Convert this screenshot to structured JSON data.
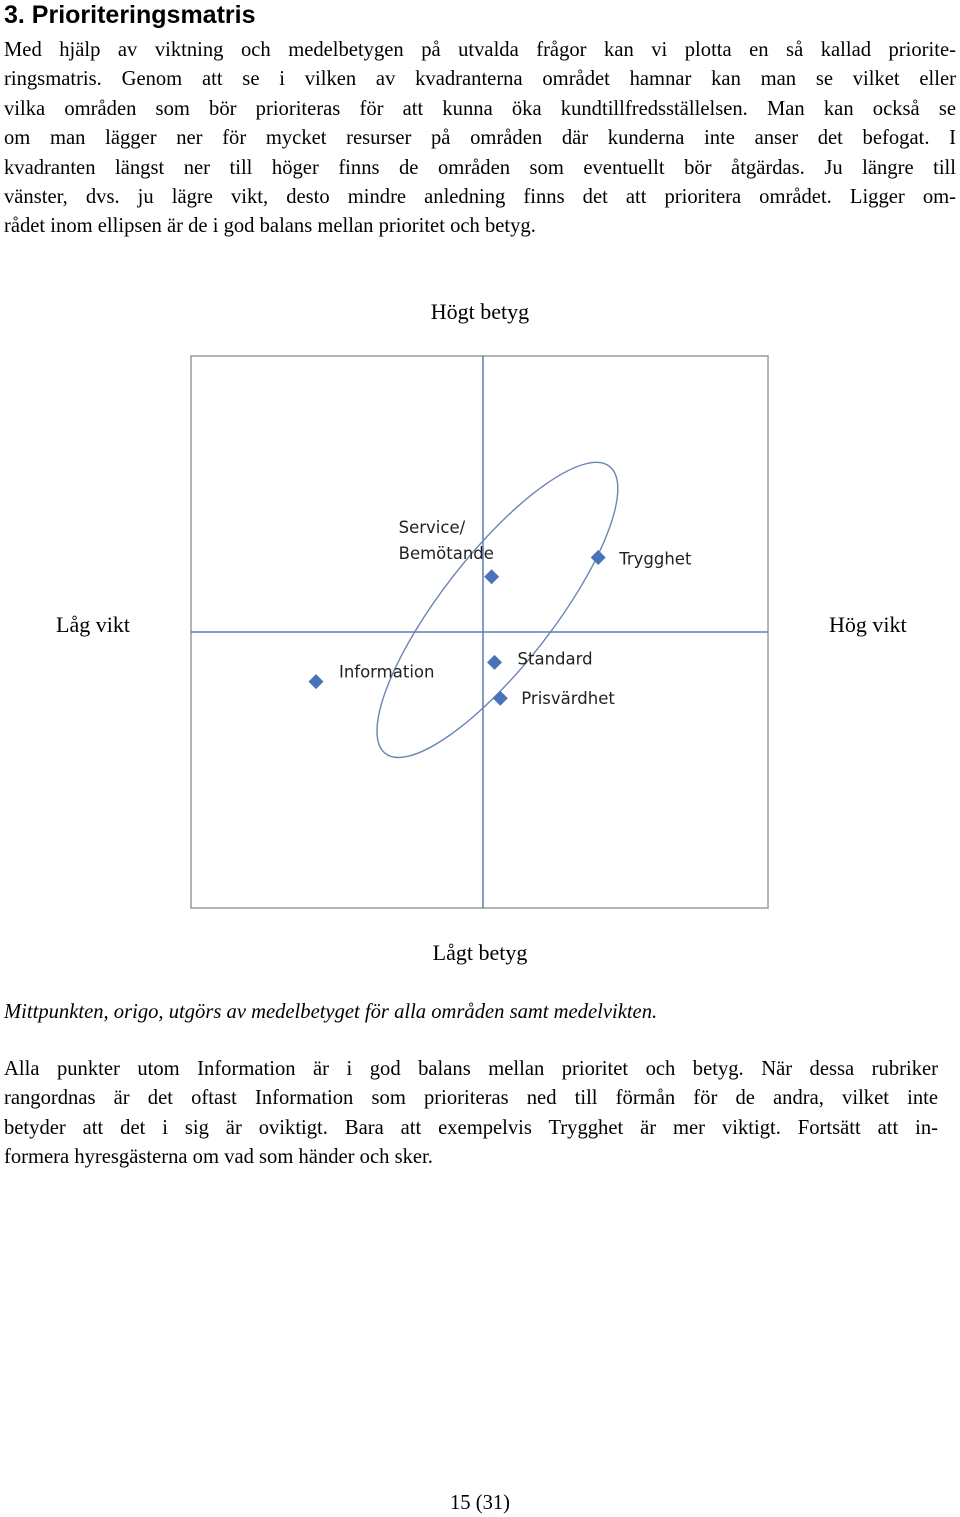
{
  "section": {
    "heading": "3. Prioriteringsmatris"
  },
  "intro_lines": [
    "Med hjälp av viktning och medelbetygen på utvalda frågor kan vi plotta en så kallad priorite-",
    "ringsmatris. Genom att se i vilken av kvadranterna området hamnar kan man se vilket eller",
    "vilka områden som bör prioriteras för att kunna öka kundtillfredsställelsen. Man kan också se",
    "om man lägger ner för mycket resurser på områden där kunderna inte anser det befogat. I",
    "kvadranten längst ner till höger finns de områden som eventuellt bör åtgärdas. Ju längre till",
    "vänster, dvs. ju lägre vikt, desto mindre anledning finns det att prioritera området. Ligger om-",
    "rådet inom ellipsen är de i god balans mellan prioritet och betyg."
  ],
  "chart_data": {
    "type": "scatter",
    "title": "",
    "axis_labels": {
      "top": "Högt betyg",
      "bottom": "Lågt betyg",
      "left": "Låg vikt",
      "right": "Hög vikt"
    },
    "xlabel": "vikt",
    "ylabel": "betyg",
    "x_range": [
      -1,
      1
    ],
    "y_range": [
      -1,
      1
    ],
    "origin": "medelbetyg / medelvikt",
    "grid": false,
    "points": [
      {
        "name": "Service/ Bemötande",
        "label_lines": [
          "Service/",
          "Bemötande"
        ],
        "x": 0.03,
        "y": 0.2
      },
      {
        "name": "Trygghet",
        "x": 0.4,
        "y": 0.27
      },
      {
        "name": "Information",
        "x": -0.58,
        "y": -0.18
      },
      {
        "name": "Standard",
        "x": 0.04,
        "y": -0.11
      },
      {
        "name": "Prisvärdhet",
        "x": 0.06,
        "y": -0.24
      }
    ],
    "balance_ellipse": {
      "center_x": 0.05,
      "center_y": 0.08,
      "semi_major": 0.68,
      "semi_minor": 0.21,
      "angle_deg": 52
    },
    "colors": {
      "marker": "#4a72b8",
      "axes": "#5b7db8",
      "ellipse": "#6a85b3",
      "frame": "#9a9a9a"
    }
  },
  "caption": "Mittpunkten, origo, utgörs av medelbetyget för alla områden samt medelvikten.",
  "conclusion_lines": [
    "Alla punkter utom Information är i god balans mellan prioritet och betyg. När dessa rubriker",
    "rangordnas är det oftast Information som prioriteras ned till förmån för de andra, vilket inte",
    "betyder att det i sig är oviktigt. Bara att exempelvis Trygghet är mer viktigt. Fortsätt att in-",
    "formera hyresgästerna om vad som händer och sker."
  ],
  "footer": {
    "page_number": "15 (31)"
  }
}
